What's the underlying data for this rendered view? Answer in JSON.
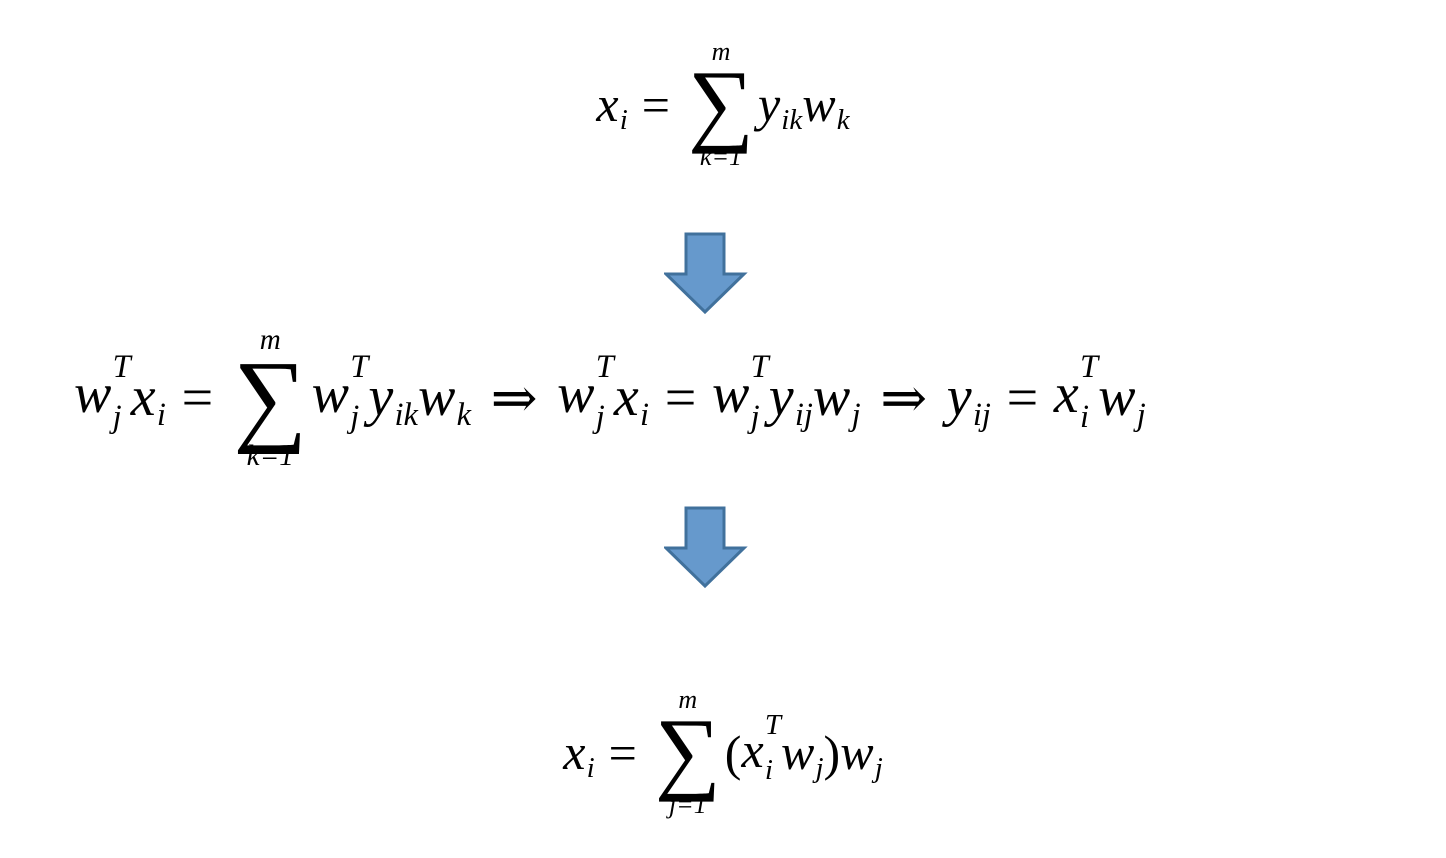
{
  "arrow_color": "#6699cc",
  "arrow_stroke": "#41719c",
  "eq1": {
    "lhs": "x",
    "lhs_sub": "i",
    "eq": "=",
    "sum_upper": "m",
    "sum_lower": "k=1",
    "sigma": "∑",
    "t1": "y",
    "t1_sub": "ik",
    "t2": "w",
    "t2_sub": "k"
  },
  "eq2": {
    "a1": "w",
    "a1_sup": "T",
    "a1_sub": "j",
    "a2": "x",
    "a2_sub": "i",
    "eq1": "=",
    "sum_upper": "m",
    "sum_lower": "k=1",
    "sigma": "∑",
    "b1": "w",
    "b1_sup": "T",
    "b1_sub": "j",
    "b2": "y",
    "b2_sub": "ik",
    "b3": "w",
    "b3_sub": "k",
    "implies1": "⇒",
    "c1": "w",
    "c1_sup": "T",
    "c1_sub": "j",
    "c2": "x",
    "c2_sub": "i",
    "eq2": "=",
    "d1": "w",
    "d1_sup": "T",
    "d1_sub": "j",
    "d2": "y",
    "d2_sub": "ij",
    "d3": "w",
    "d3_sub": "j",
    "implies2": "⇒",
    "e1": "y",
    "e1_sub": "ij",
    "eq3": "=",
    "f1": "x",
    "f1_sup": "T",
    "f1_sub": "i",
    "f2": "w",
    "f2_sub": "j"
  },
  "eq3": {
    "lhs": "x",
    "lhs_sub": "i",
    "eq": "=",
    "sum_upper": "m",
    "sum_lower": "j=1",
    "sigma": "∑",
    "lparen": "(",
    "t1": "x",
    "t1_sup": "T",
    "t1_sub": "i",
    "t2": "w",
    "t2_sub": "j",
    "rparen": ")",
    "t3": "w",
    "t3_sub": "j"
  }
}
